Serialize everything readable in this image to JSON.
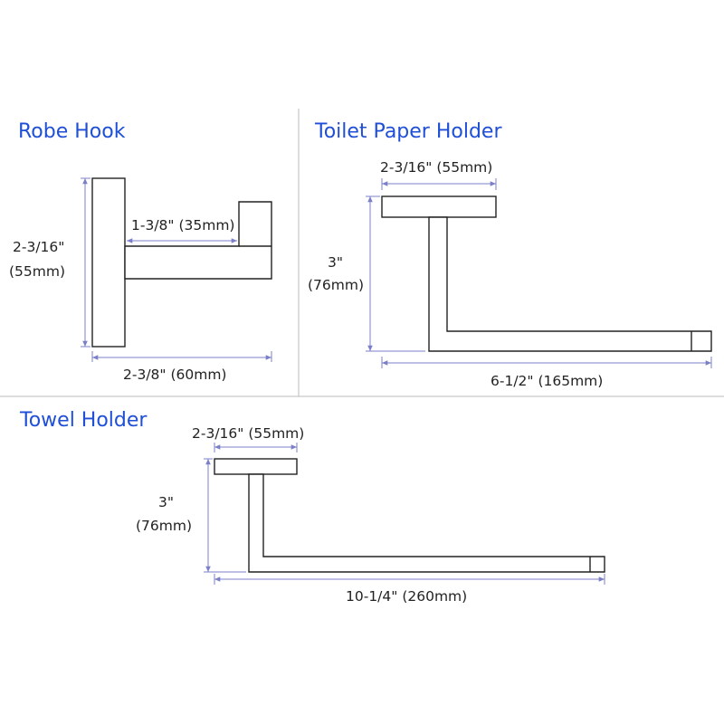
{
  "sections": {
    "robe_hook": {
      "title": "Robe Hook",
      "height_label_1": "2-3/16\"",
      "height_label_2": "(55mm)",
      "depth_label": "1-3/8\" (35mm)",
      "width_label": "2-3/8\" (60mm)"
    },
    "toilet_paper_holder": {
      "title": "Toilet Paper Holder",
      "plate_label": "2-3/16\" (55mm)",
      "height_label_1": "3\"",
      "height_label_2": "(76mm)",
      "length_label": "6-1/2\" (165mm)"
    },
    "towel_holder": {
      "title": "Towel Holder",
      "plate_label": "2-3/16\" (55mm)",
      "height_label_1": "3\"",
      "height_label_2": "(76mm)",
      "length_label": "10-1/4\" (260mm)"
    }
  },
  "colors": {
    "title": "#1f4fd6",
    "dimension_line": "#7b7fc8",
    "outline": "#222222"
  }
}
